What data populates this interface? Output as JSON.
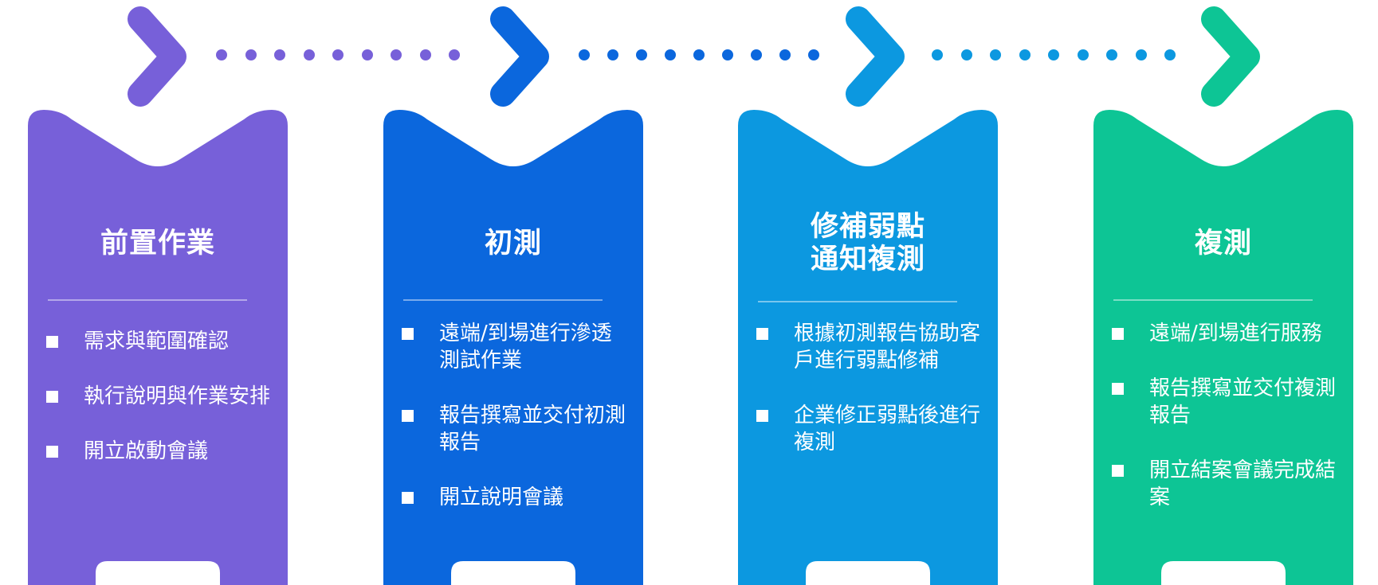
{
  "stages": [
    {
      "title": "前置作業",
      "color": "#7760D9",
      "tasks": [
        "需求與範圍確認",
        "執行說明與作業安排",
        "開立啟動會議"
      ]
    },
    {
      "title": "初測",
      "color": "#0B67DD",
      "tasks": [
        "遠端/到場進行滲透測試作業",
        "報告撰寫並交付初測報告",
        "開立說明會議"
      ]
    },
    {
      "title": "修補弱點\n通知複測",
      "color": "#0C98E0",
      "tasks": [
        "根據初測報告協助客戶進行弱點修補",
        "企業修正弱點後進行複測"
      ]
    },
    {
      "title": "複測",
      "color": "#0DC595",
      "tasks": [
        "遠端/到場進行服務",
        "報告撰寫並交付複測報告",
        "開立結案會議完成結案"
      ]
    }
  ],
  "connectors": [
    {
      "icon": "chevron-right-icon",
      "color": "#7760D9"
    },
    {
      "icon": "chevron-right-icon",
      "color": "#0B67DD"
    },
    {
      "icon": "chevron-right-icon",
      "color": "#0C98E0"
    },
    {
      "icon": "chevron-right-icon",
      "color": "#0DC595"
    }
  ],
  "dot_trails": [
    {
      "color": "#7760D9",
      "count": 9
    },
    {
      "color": "#0B67DD",
      "count": 9
    },
    {
      "color": "#0C98E0",
      "count": 9
    }
  ]
}
